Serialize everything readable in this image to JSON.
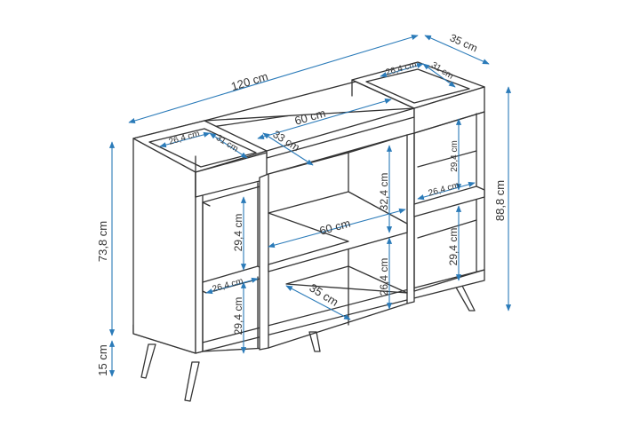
{
  "colors": {
    "dimension_line": "#2b7bb9",
    "outline": "#333333",
    "text": "#333333",
    "background": "#ffffff"
  },
  "dimensions": {
    "total_width": "120 cm",
    "depth": "35 cm",
    "top_box_width": "26,4 cm",
    "top_box_depth": "31 cm",
    "top_shelf_width": "60 cm",
    "top_shelf_depth": "33 cm",
    "left_height": "73,8 cm",
    "total_height": "88,8 cm",
    "leg_height": "15 cm",
    "left_upper_height": "29,4 cm",
    "left_shelf_width": "26,4 cm",
    "left_lower_height": "29,4 cm",
    "middle_upper_height": "32,4 cm",
    "middle_shelf_width": "60 cm",
    "middle_lower_height": "26,4 cm",
    "bottom_depth": "35 cm",
    "right_upper_height": "29,4 cm",
    "right_shelf_width": "26,4 cm",
    "right_lower_height": "29,4 cm"
  }
}
